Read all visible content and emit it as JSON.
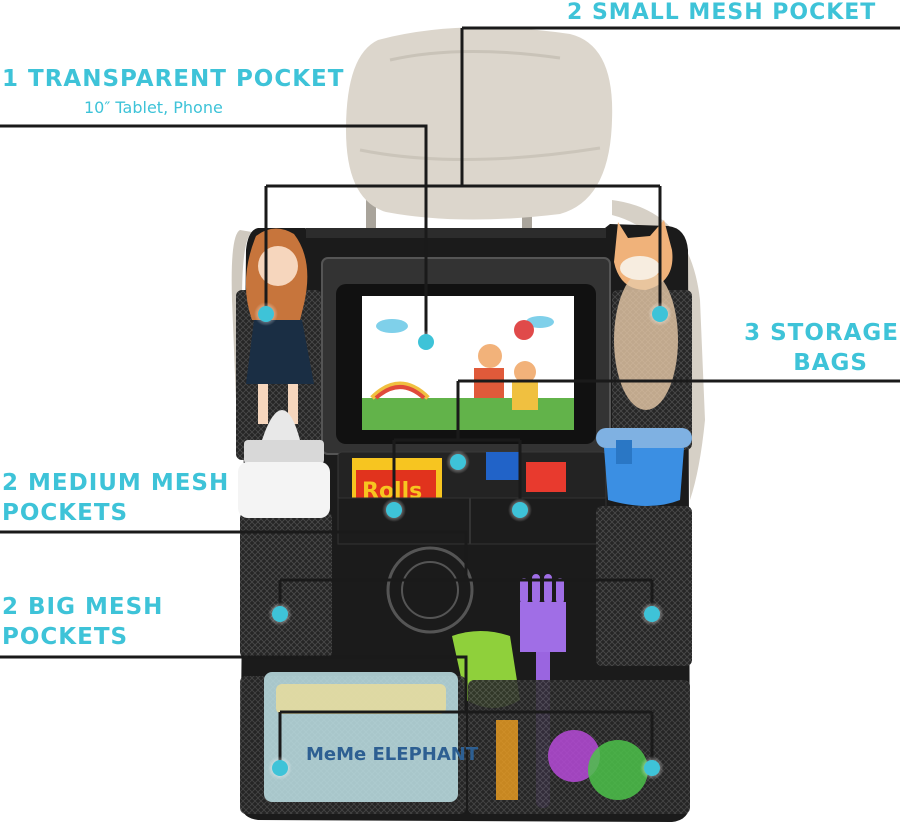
{
  "callouts": {
    "small_mesh": "2 SMALL MESH POCKET",
    "transparent_title": "1 TRANSPARENT POCKET",
    "transparent_sub": "10″ Tablet, Phone",
    "storage_line1": "3 STORAGE",
    "storage_line2": "BAGS",
    "medium_line1": "2 MEDIUM MESH",
    "medium_line2": "POCKETS",
    "big_line1": "2 BIG MESH",
    "big_line2": "POCKETS"
  },
  "snack_brand": "Rolls",
  "wipes_brand": "MeMe ELEPHANT",
  "colors": {
    "accent": "#3ec3d8",
    "organizer": "#1b1b1b",
    "mesh": "#2a2a2a",
    "headrest": "#d8d2c8"
  }
}
